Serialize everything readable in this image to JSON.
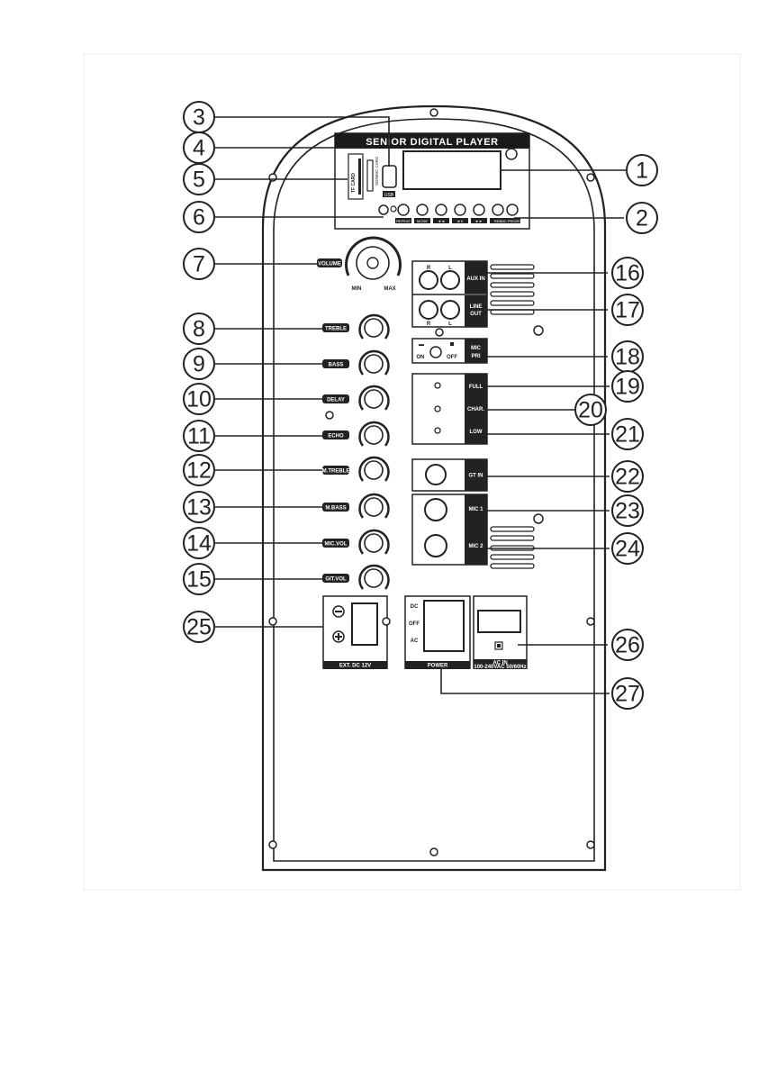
{
  "panel": {
    "title": "SENIOR DIGITAL PLAYER",
    "usb_label": "USB",
    "sd_label": "SD/MMC CARD",
    "tf_label": "TF CARD",
    "player_buttons": [
      "REPEAT",
      "MODE",
      "◄◄",
      "►II",
      "►►",
      "REC",
      "MIC PRIORITY"
    ]
  },
  "knobs": {
    "volume": "VOLUME",
    "volume_min": "MIN",
    "volume_max": "MAX",
    "treble": "TREBLE",
    "bass": "BASS",
    "delay": "DELAY",
    "echo": "ECHO",
    "m_treble": "M.TREBLE",
    "m_bass": "M.BASS",
    "mic_vol": "MIC.VOL",
    "git_vol": "GIT.VOL"
  },
  "io": {
    "aux_in": "AUX IN",
    "line_out_1": "LINE",
    "line_out_2": "OUT",
    "ch_r": "R",
    "ch_l": "L",
    "mic_pri_1": "MIC",
    "mic_pri_2": "PRI",
    "on": "ON",
    "off": "OFF",
    "full": "FULL",
    "charge": "CHAR.",
    "low": "LOW",
    "git_in": "GT IN",
    "mic1": "MIC 1",
    "mic2": "MIC 2"
  },
  "power": {
    "ext_dc": "EXT. DC 12V",
    "dc": "DC",
    "off": "OFF",
    "ac": "AC",
    "power": "POWER",
    "ac_in": "AC IN",
    "ac_spec": "100-240VAC 50/60Hz"
  },
  "callouts": [
    "1",
    "2",
    "3",
    "4",
    "5",
    "6",
    "7",
    "8",
    "9",
    "10",
    "11",
    "12",
    "13",
    "14",
    "15",
    "16",
    "17",
    "18",
    "19",
    "20",
    "21",
    "22",
    "23",
    "24",
    "25",
    "26",
    "27"
  ]
}
